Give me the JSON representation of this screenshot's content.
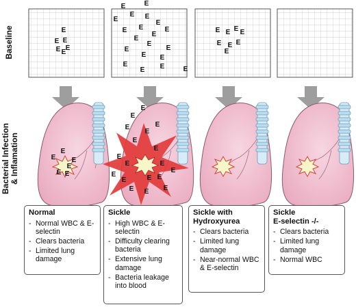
{
  "row_labels": {
    "baseline": "Baseline",
    "infection_line1": "Bacterial Infection",
    "infection_line2": "& Inflamation"
  },
  "panels": [
    {
      "title_lines": [
        "Normal"
      ],
      "items": [
        "Normal WBC & E-selectin",
        "Clears bacteria",
        "Limited lung damage"
      ]
    },
    {
      "title_lines": [
        "Sickle"
      ],
      "items": [
        "High WBC & E-selectin",
        "Difficulty clearing bacteria",
        "Extensive lung damage",
        "Bacteria leakage into blood"
      ]
    },
    {
      "title_lines": [
        "Sickle with",
        "Hydroxyurea"
      ],
      "items": [
        "Clears bacteria",
        "Limited lung damage",
        "Near-normal WBC & E-selectin"
      ]
    },
    {
      "title_lines": [
        "Sickle",
        "E-selectin -/-"
      ],
      "items": [
        "Clears bacteria",
        "Limited lung damage",
        "Normal WBC"
      ]
    }
  ],
  "marker_letter": "E",
  "colors": {
    "lung_fill": "#f3c3d3",
    "lung_stroke": "#8a5a6a",
    "arrow": "#9e9e9e",
    "grid": "#b9b9b9",
    "burst_red": "#e23b3b",
    "burst_core": "#f7f6c8",
    "trachea": "#b9dcef"
  }
}
